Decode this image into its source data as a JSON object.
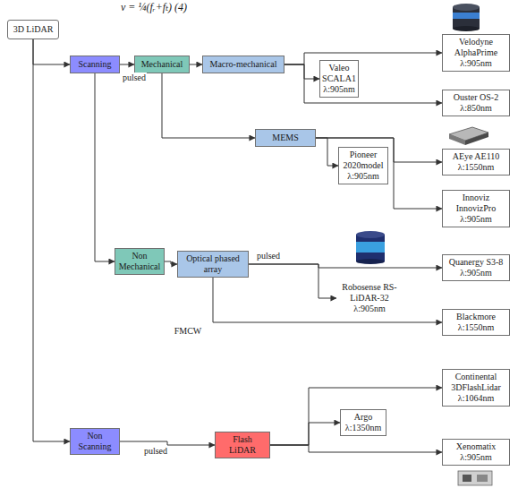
{
  "diagram": {
    "nodes": [
      {
        "text": [
          "3D LiDAR"
        ]
      },
      {
        "text": [
          "Scanning"
        ]
      },
      {
        "text": [
          "Mechanical"
        ]
      },
      {
        "text": [
          "Macro-mechanical"
        ]
      },
      {
        "text": [
          "Valeo SCALA1 λ:905nm"
        ]
      },
      {
        "text": [
          "Velodyne AlphaPrime λ:905nm"
        ]
      },
      {
        "text": [
          "Ouster OS-2 λ:850nm"
        ]
      },
      {
        "text": [
          "MEMS"
        ]
      },
      {
        "text": [
          "Pioneer 2020model λ:905nm"
        ]
      },
      {
        "text": [
          "AEye AE110 λ:1550nm"
        ]
      },
      {
        "text": [
          "Innoviz InnovizPro λ:905nm"
        ]
      },
      {
        "text": [
          "Non Mechanical"
        ]
      },
      {
        "text": [
          "Optical phased array"
        ]
      },
      {
        "text": [
          "Robosense RS-LiDAR-32 λ:905nm"
        ]
      },
      {
        "text": [
          "Quanergy S3-8 λ:905nm"
        ]
      },
      {
        "text": [
          "Blackmore λ:1550nm"
        ]
      },
      {
        "text": [
          "Non Scanning"
        ]
      },
      {
        "text": [
          "Flash LiDAR"
        ]
      },
      {
        "text": [
          "Argo λ:1350nm"
        ]
      },
      {
        "text": [
          "Continental 3DFlashLidar λ:1064nm"
        ]
      },
      {
        "text": [
          "Xenomatix λ:905nm"
        ]
      }
    ],
    "edges": [
      {
        "from": 0,
        "to": 1,
        "arrow": "to"
      },
      {
        "from": 0,
        "to": 16,
        "arrow": "to"
      },
      {
        "from": 1,
        "to": 2,
        "label": "pulsed",
        "arrow": "to"
      },
      {
        "from": 1,
        "to": 11,
        "arrow": "to"
      },
      {
        "from": 2,
        "to": 3,
        "arrow": "to"
      },
      {
        "from": 2,
        "to": 7,
        "arrow": "to"
      },
      {
        "from": 3,
        "to": 4,
        "arrow": "to"
      },
      {
        "from": 3,
        "to": 5,
        "arrow": "to"
      },
      {
        "from": 3,
        "to": 6,
        "arrow": "to"
      },
      {
        "from": 7,
        "to": 8,
        "arrow": "to"
      },
      {
        "from": 7,
        "to": 9,
        "arrow": "to"
      },
      {
        "from": 7,
        "to": 10,
        "arrow": "to"
      },
      {
        "from": 11,
        "to": 12,
        "arrow": "to"
      },
      {
        "from": 12,
        "to": 13,
        "label": "pulsed",
        "arrow": "to"
      },
      {
        "from": 12,
        "to": 14,
        "arrow": "to"
      },
      {
        "from": 12,
        "to": 15,
        "label": "FMCW",
        "arrow": "to"
      },
      {
        "from": 16,
        "to": 17,
        "label": "pulsed",
        "arrow": "to"
      },
      {
        "from": 17,
        "to": 18,
        "arrow": "to"
      },
      {
        "from": 17,
        "to": 19,
        "arrow": "to"
      },
      {
        "from": 17,
        "to": 20,
        "arrow": "to"
      }
    ],
    "labels": [
      "ν = ¼(fᵣ+fₜ)   (4)"
    ]
  }
}
